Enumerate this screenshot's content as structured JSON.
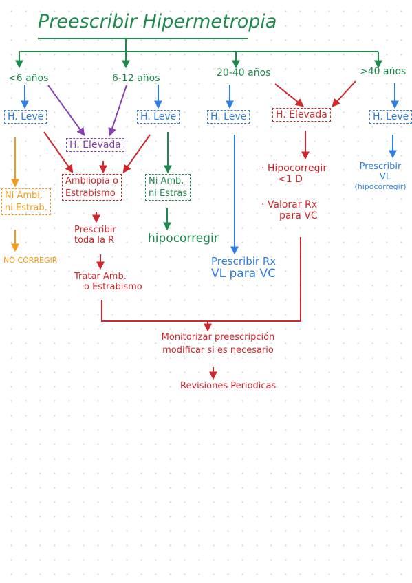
{
  "title": "Preescribir Hipermetropia",
  "colors": {
    "green": "#1e8a4c",
    "blue": "#2f7fe0",
    "red": "#d1262b",
    "purple": "#8a3fb4",
    "orange": "#f39a1a"
  },
  "age_groups": {
    "g1": "<6 años",
    "g2": "6-12 años",
    "g3": "20-40 años",
    "g4": ">40 años"
  },
  "nodes": {
    "leve_1": "H. Leve",
    "elevada_1": "H. Elevada",
    "leve_2": "H. Leve",
    "leve_3": "H. Leve",
    "elevada_3": "H. Elevada",
    "leve_4": "H. Leve",
    "ni_ambi": [
      "Ni Ambi.",
      "ni Estrab."
    ],
    "no_corregir": "NO CORREGIR",
    "ambliopia": [
      "Ambliopia o",
      "Estrabismo"
    ],
    "prescribir_toda": [
      "Prescribir",
      "toda la R"
    ],
    "tratar": [
      "Tratar Amb.",
      "o Estrabismo"
    ],
    "ni_amb_2": [
      "Ni Amb.",
      "ni Estras"
    ],
    "hipocorregir_2": "hipocorregir",
    "prescribir_vl_vc": [
      "Prescribir Rx",
      "VL para VC"
    ],
    "hipocorregir_3": [
      "· Hipocorregir",
      "<1 D"
    ],
    "valorar": [
      "· Valorar Rx",
      "para VC"
    ],
    "prescribir_vl_4": [
      "Prescribir",
      "VL",
      "(hipocorregir)"
    ],
    "monitorizar": [
      "Monitorizar preescripción",
      "modificar si es necesario"
    ],
    "revisiones": "Revisiones Periodicas"
  }
}
